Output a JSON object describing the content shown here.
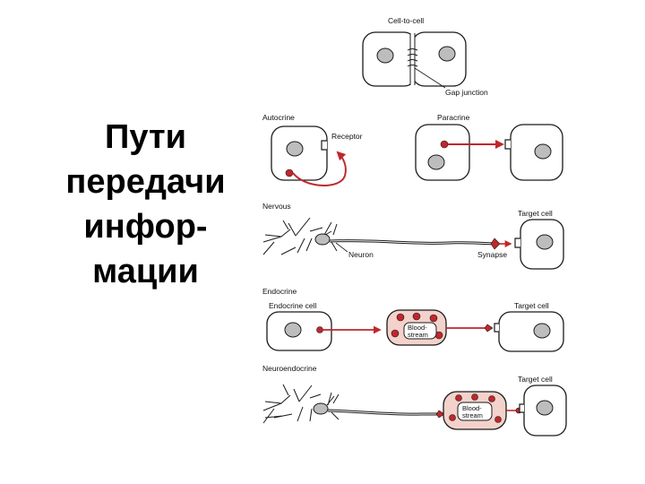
{
  "title_lines": [
    "Пути",
    "передачи",
    "инфор-",
    "мации"
  ],
  "labels": {
    "cell_to_cell": "Cell-to-cell",
    "gap_junction": "Gap junction",
    "autocrine": "Autocrine",
    "receptor": "Receptor",
    "paracrine": "Paracrine",
    "nervous": "Nervous",
    "target_cell_nervous": "Target cell",
    "neuron": "Neuron",
    "synapse": "Synapse",
    "endocrine": "Endocrine",
    "endocrine_cell": "Endocrine cell",
    "target_cell_endocrine": "Target cell",
    "bloodstream_endocrine": [
      "Blood-",
      "stream"
    ],
    "neuroendocrine": "Neuroendocrine",
    "target_cell_neuroendocrine": "Target cell",
    "bloodstream_neuroendocrine": [
      "Blood-",
      "stream"
    ]
  },
  "colors": {
    "signal": "#c0272d",
    "bloodstream_fill": "#f3d2cc",
    "nucleus": "#bdbdbd",
    "outline": "#1a1a1a"
  }
}
